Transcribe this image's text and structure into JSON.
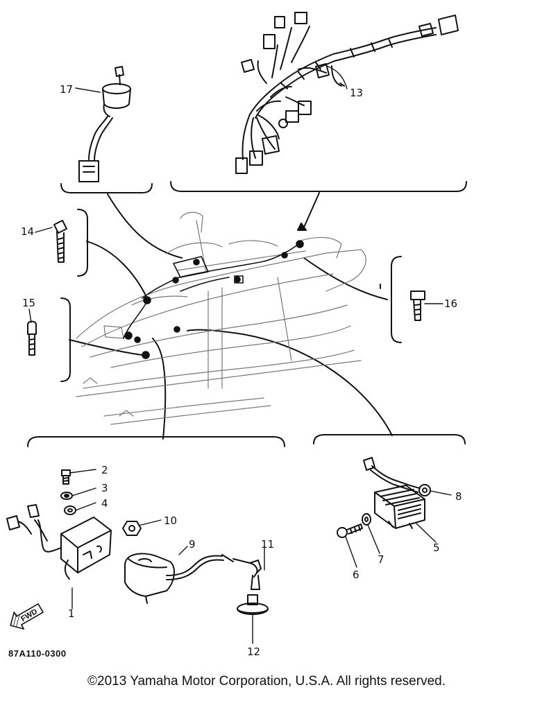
{
  "diagram": {
    "callouts": {
      "c1": "1",
      "c2": "2",
      "c3": "3",
      "c4": "4",
      "c5": "5",
      "c6": "6",
      "c7": "7",
      "c8": "8",
      "c9": "9",
      "c10": "10",
      "c11": "11",
      "c12": "12",
      "c13": "13",
      "c14": "14",
      "c15": "15",
      "c16": "16",
      "c17": "17"
    },
    "fwd_label": "FWD",
    "part_code": "87A110-0300"
  },
  "footer": {
    "copyright": "©2013 Yamaha Motor Corporation, U.S.A. All rights reserved."
  }
}
